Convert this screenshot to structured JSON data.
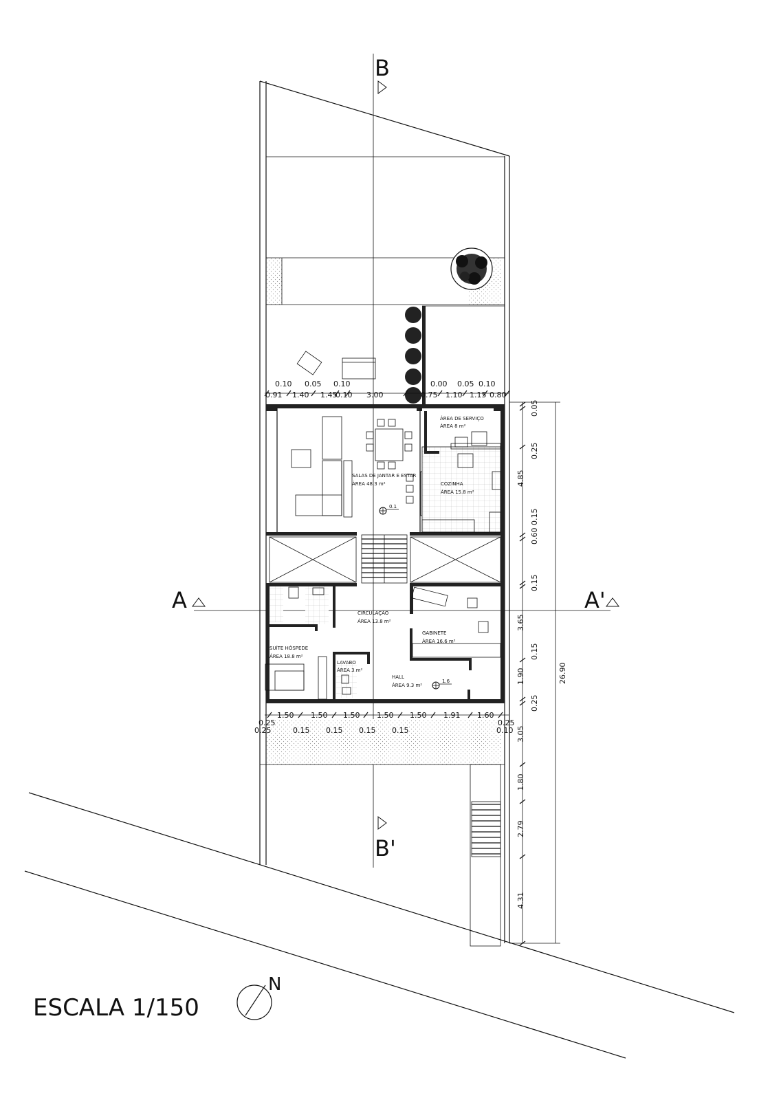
{
  "section_labels": {
    "b_top": "B",
    "b_bottom": "B'",
    "a_left": "A",
    "a_right": "A'"
  },
  "north_label": "N",
  "scale_label": "ESCALA 1/150",
  "rooms": [
    {
      "name": "SALAS DE JANTAR E ESTAR",
      "area": "ÁREA 48.3 m²"
    },
    {
      "name": "ÁREA DE SERVIÇO",
      "area": "ÁREA 8 m²"
    },
    {
      "name": "COZINHA",
      "area": "ÁREA 15.8 m²"
    },
    {
      "name": "CIRCULAÇÃO",
      "area": "ÁREA 13.8 m²"
    },
    {
      "name": "GABINETE",
      "area": "ÁREA 16.6 m²"
    },
    {
      "name": "SUÍTE HÓSPEDE",
      "area": "ÁREA 18.8 m²"
    },
    {
      "name": "LAVABO",
      "area": "ÁREA 3 m²"
    },
    {
      "name": "HALL",
      "area": "ÁREA 9.3 m²"
    }
  ],
  "level_marks": [
    "0.1",
    "1.6"
  ],
  "top_dims": {
    "upper": [
      "0.10",
      "0.05",
      "0.10",
      "0.00",
      "0.05",
      "0.10"
    ],
    "lower": [
      "0.91",
      "1.40",
      "1.45",
      "0.10",
      "3.00",
      "0.75",
      "1.10",
      "1.15",
      "0.80"
    ]
  },
  "bottom_dims": {
    "upper": [
      "1.50",
      "1.50",
      "1.50",
      "1.50",
      "1.50",
      "1.91",
      "1.60"
    ],
    "lower": [
      "0.25",
      "0.25",
      "0.15",
      "0.15",
      "0.15",
      "0.15",
      "0.25",
      "0.10"
    ]
  },
  "side_dims": [
    "0.05",
    "0.25",
    "0.15",
    "4.85",
    "0.60",
    "0.15",
    "3.65",
    "0.15",
    "1.90",
    "0.25",
    "3.05",
    "1.80",
    "2.79",
    "4.31"
  ],
  "total_dim": "26.90"
}
